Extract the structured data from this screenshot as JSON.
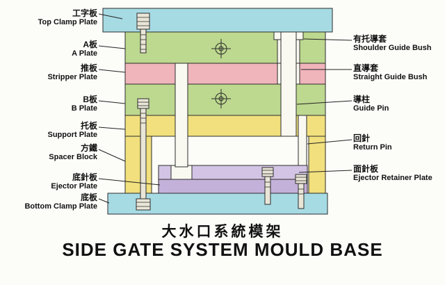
{
  "title": {
    "cn": "大水口系統模架",
    "en": "SIDE GATE SYSTEM MOULD BASE"
  },
  "left_labels": [
    {
      "cn": "工字板",
      "en": "Top Clamp Plate"
    },
    {
      "cn": "A板",
      "en": "A Plate"
    },
    {
      "cn": "推板",
      "en": "Stripper Plate"
    },
    {
      "cn": "B板",
      "en": "B Plate"
    },
    {
      "cn": "托板",
      "en": "Support Plate"
    },
    {
      "cn": "方鐵",
      "en": "Spacer Block"
    },
    {
      "cn": "底針板",
      "en": "Ejector Plate"
    },
    {
      "cn": "底板",
      "en": "Bottom Clamp Plate"
    }
  ],
  "right_labels": [
    {
      "cn": "有托導套",
      "en": "Shoulder Guide Bush"
    },
    {
      "cn": "直導套",
      "en": "Straight Guide Bush"
    },
    {
      "cn": "導柱",
      "en": "Guide Pin"
    },
    {
      "cn": "回針",
      "en": "Return Pin"
    },
    {
      "cn": "面針板",
      "en": "Ejector Retainer Plate"
    }
  ],
  "colors": {
    "clamp_plate": "#a7dbe4",
    "ab_plate": "#bdd88f",
    "stripper_plate": "#f0b4bb",
    "support_spacer": "#f1e07d",
    "retainer_plate": "#d3c4e6",
    "ejector_plate": "#c4b1da",
    "pin_white": "#faf9f1",
    "bolt_fill": "#e9e6d8"
  }
}
